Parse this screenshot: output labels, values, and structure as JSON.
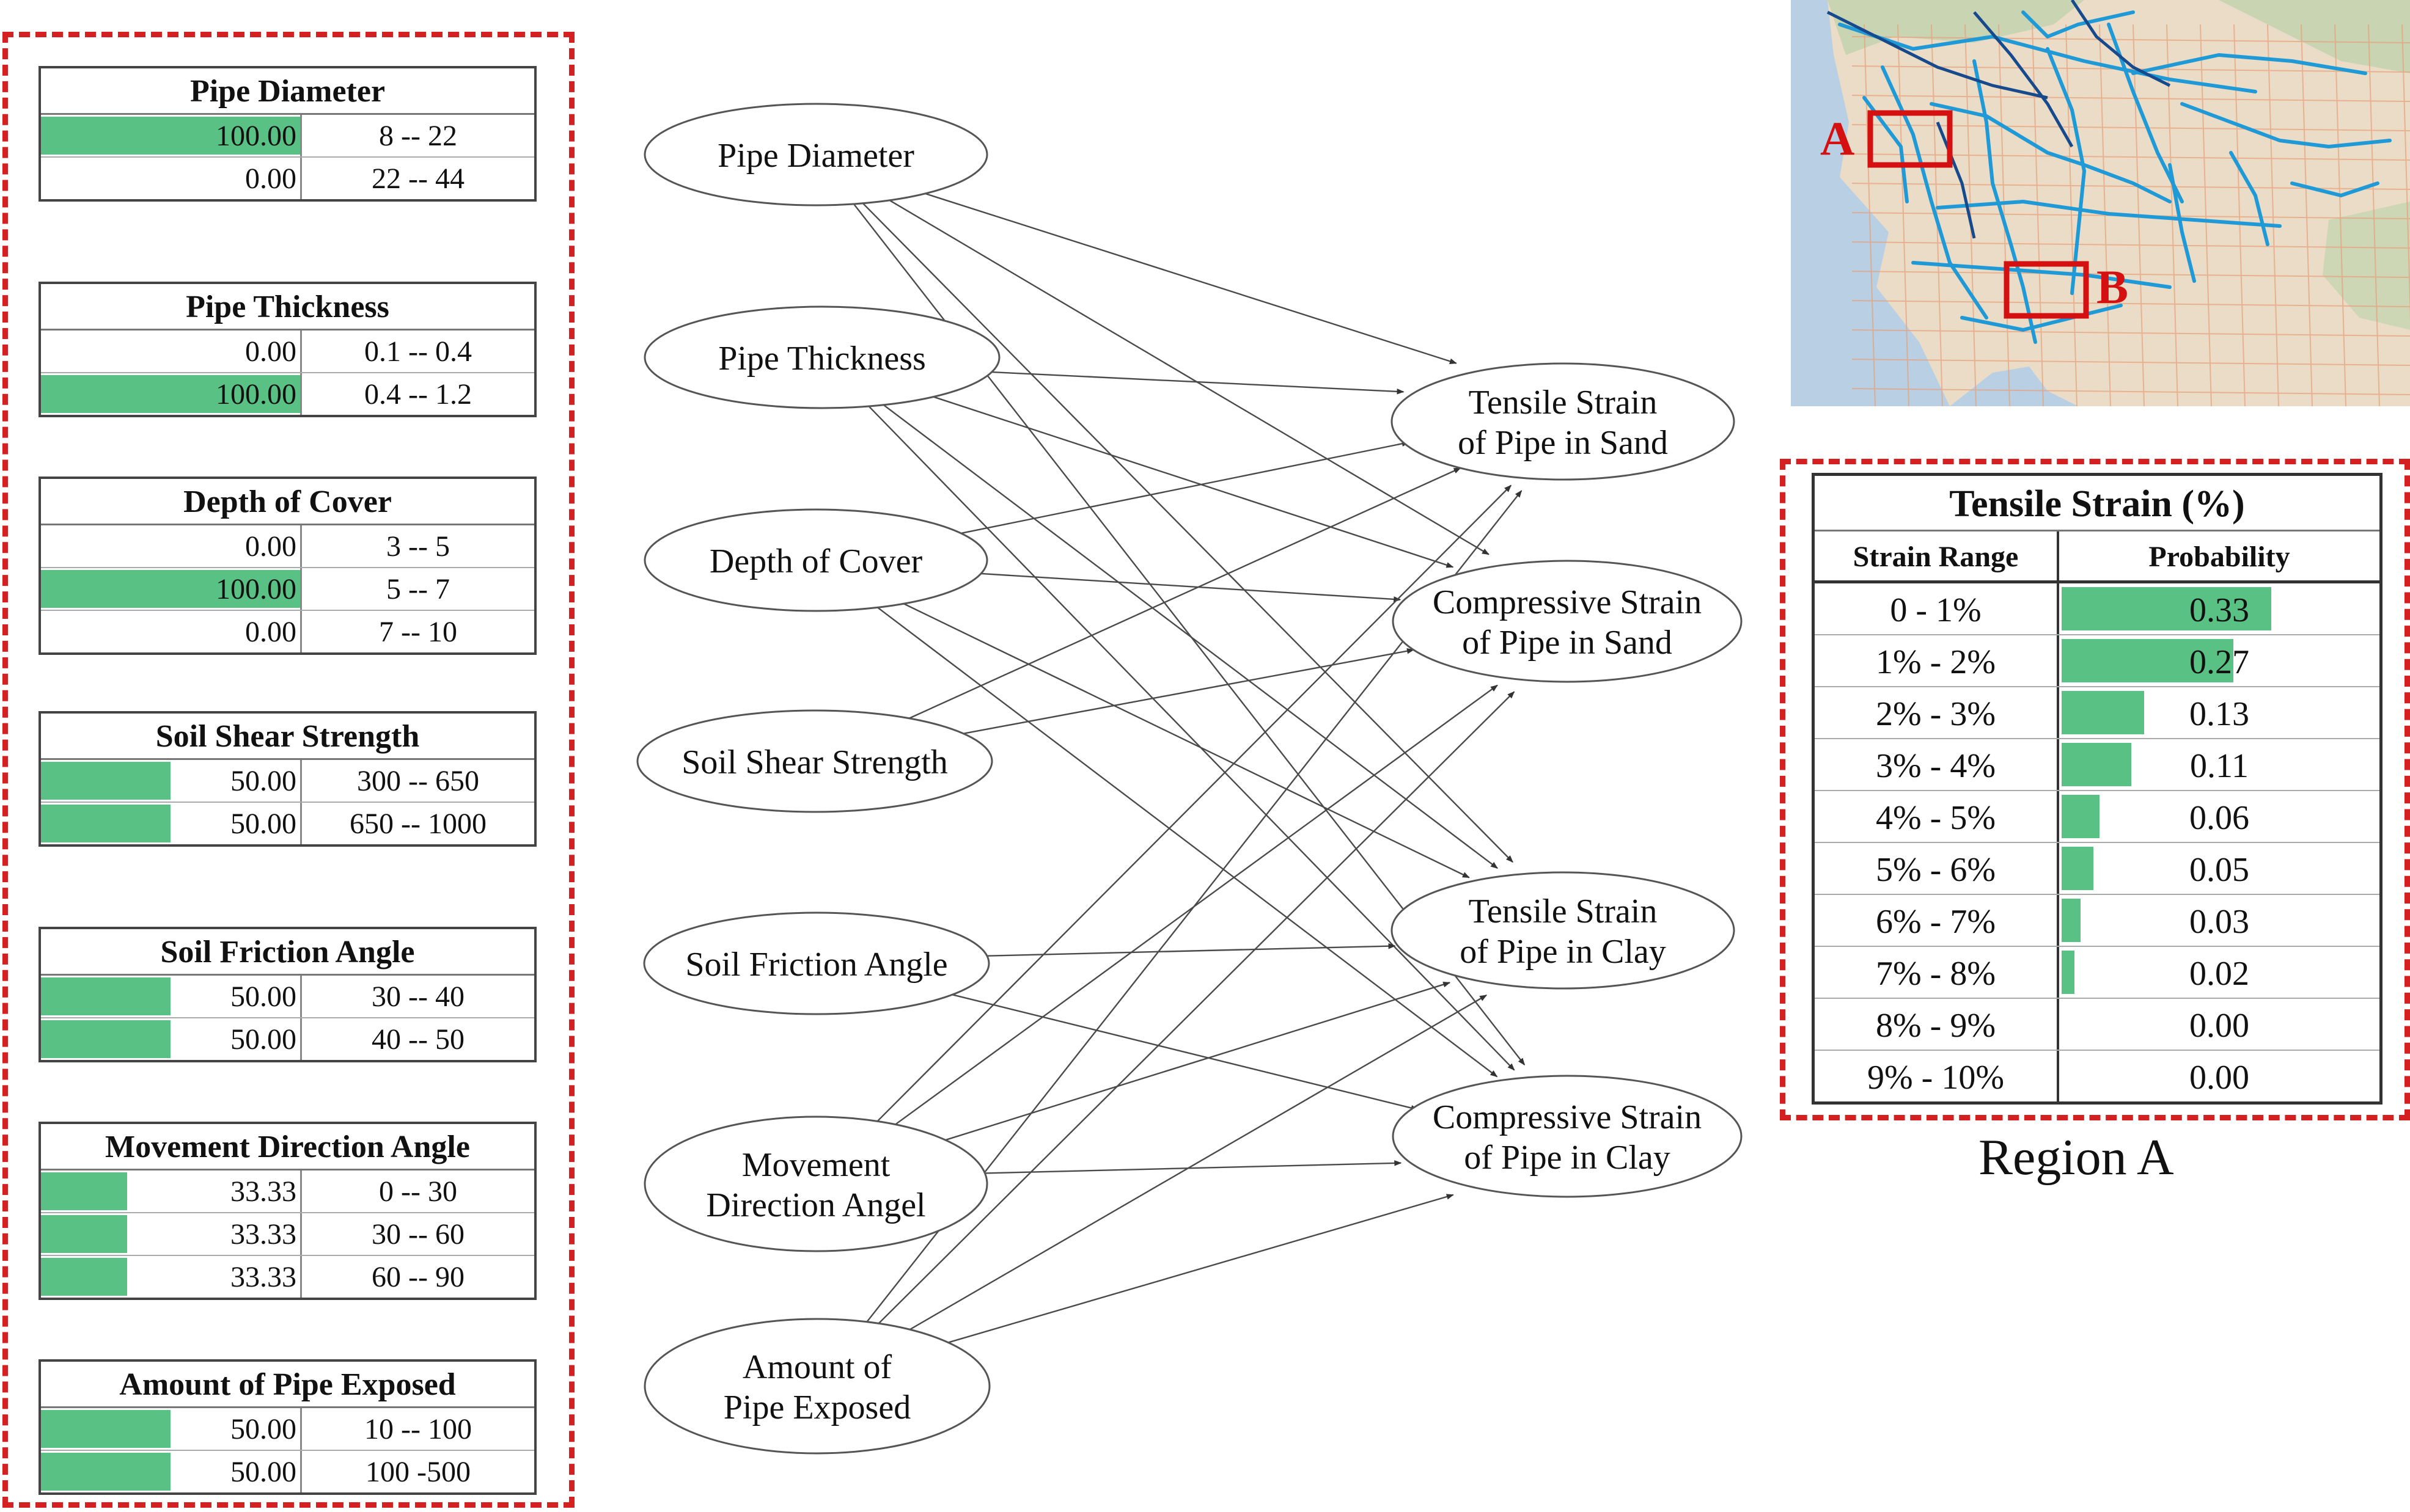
{
  "cpts": [
    {
      "title": "Pipe Diameter",
      "rows": [
        {
          "prob": 100.0,
          "prob_text": "100.00",
          "state": "8 -- 22"
        },
        {
          "prob": 0.0,
          "prob_text": "0.00",
          "state": "22 -- 44"
        }
      ]
    },
    {
      "title": "Pipe Thickness",
      "rows": [
        {
          "prob": 0.0,
          "prob_text": "0.00",
          "state": "0.1 -- 0.4"
        },
        {
          "prob": 100.0,
          "prob_text": "100.00",
          "state": "0.4 -- 1.2"
        }
      ]
    },
    {
      "title": "Depth of Cover",
      "rows": [
        {
          "prob": 0.0,
          "prob_text": "0.00",
          "state": "3 -- 5"
        },
        {
          "prob": 100.0,
          "prob_text": "100.00",
          "state": "5 -- 7"
        },
        {
          "prob": 0.0,
          "prob_text": "0.00",
          "state": "7 -- 10"
        }
      ]
    },
    {
      "title": "Soil Shear Strength",
      "rows": [
        {
          "prob": 50.0,
          "prob_text": "50.00",
          "state": "300 -- 650"
        },
        {
          "prob": 50.0,
          "prob_text": "50.00",
          "state": "650 -- 1000"
        }
      ]
    },
    {
      "title": "Soil Friction Angle",
      "rows": [
        {
          "prob": 50.0,
          "prob_text": "50.00",
          "state": "30 -- 40"
        },
        {
          "prob": 50.0,
          "prob_text": "50.00",
          "state": "40 -- 50"
        }
      ]
    },
    {
      "title": "Movement Direction Angle",
      "rows": [
        {
          "prob": 33.33,
          "prob_text": "33.33",
          "state": "0 -- 30"
        },
        {
          "prob": 33.33,
          "prob_text": "33.33",
          "state": "30 -- 60"
        },
        {
          "prob": 33.33,
          "prob_text": "33.33",
          "state": "60 -- 90"
        }
      ]
    },
    {
      "title": "Amount of Pipe Exposed",
      "rows": [
        {
          "prob": 50.0,
          "prob_text": "50.00",
          "state": "10 -- 100"
        },
        {
          "prob": 50.0,
          "prob_text": "50.00",
          "state": "100 -500"
        }
      ]
    }
  ],
  "network": {
    "inputs": [
      {
        "id": "pipe-diameter",
        "lines": [
          "Pipe Diameter"
        ]
      },
      {
        "id": "pipe-thickness",
        "lines": [
          "Pipe Thickness"
        ]
      },
      {
        "id": "depth-of-cover",
        "lines": [
          "Depth of Cover"
        ]
      },
      {
        "id": "soil-shear-strength",
        "lines": [
          "Soil Shear Strength"
        ]
      },
      {
        "id": "soil-friction-angle",
        "lines": [
          "Soil Friction Angle"
        ]
      },
      {
        "id": "movement-direction-angle",
        "lines": [
          "Movement",
          "Direction Angel"
        ]
      },
      {
        "id": "amount-of-pipe-exposed",
        "lines": [
          "Amount of",
          "Pipe Exposed"
        ]
      }
    ],
    "outputs": [
      {
        "id": "tensile-sand",
        "lines": [
          "Tensile Strain",
          "of Pipe in Sand"
        ]
      },
      {
        "id": "compressive-sand",
        "lines": [
          "Compressive Strain",
          "of Pipe in Sand"
        ]
      },
      {
        "id": "tensile-clay",
        "lines": [
          "Tensile Strain",
          "of Pipe in Clay"
        ]
      },
      {
        "id": "compressive-clay",
        "lines": [
          "Compressive Strain",
          "of Pipe in Clay"
        ]
      }
    ],
    "edges": [
      [
        0,
        0
      ],
      [
        0,
        1
      ],
      [
        0,
        2
      ],
      [
        0,
        3
      ],
      [
        1,
        0
      ],
      [
        1,
        1
      ],
      [
        1,
        2
      ],
      [
        1,
        3
      ],
      [
        2,
        0
      ],
      [
        2,
        1
      ],
      [
        2,
        2
      ],
      [
        2,
        3
      ],
      [
        3,
        0
      ],
      [
        3,
        1
      ],
      [
        4,
        2
      ],
      [
        4,
        3
      ],
      [
        5,
        0
      ],
      [
        5,
        1
      ],
      [
        5,
        2
      ],
      [
        5,
        3
      ],
      [
        6,
        0
      ],
      [
        6,
        1
      ],
      [
        6,
        2
      ],
      [
        6,
        3
      ]
    ]
  },
  "map": {
    "marker_a": "A",
    "marker_b": "B"
  },
  "result": {
    "title": "Tensile Strain (%)",
    "col_range": "Strain Range",
    "col_prob": "Probability",
    "rows": [
      {
        "range": "0 - 1%",
        "prob": 0.33,
        "prob_text": "0.33"
      },
      {
        "range": "1% - 2%",
        "prob": 0.27,
        "prob_text": "0.27"
      },
      {
        "range": "2% - 3%",
        "prob": 0.13,
        "prob_text": "0.13"
      },
      {
        "range": "3% - 4%",
        "prob": 0.11,
        "prob_text": "0.11"
      },
      {
        "range": "4% - 5%",
        "prob": 0.06,
        "prob_text": "0.06"
      },
      {
        "range": "5% - 6%",
        "prob": 0.05,
        "prob_text": "0.05"
      },
      {
        "range": "6% - 7%",
        "prob": 0.03,
        "prob_text": "0.03"
      },
      {
        "range": "7% - 8%",
        "prob": 0.02,
        "prob_text": "0.02"
      },
      {
        "range": "8% - 9%",
        "prob": 0.0,
        "prob_text": "0.00"
      },
      {
        "range": "9% - 10%",
        "prob": 0.0,
        "prob_text": "0.00"
      }
    ]
  },
  "region_label": "Region A",
  "colors": {
    "dashed_border": "#d42020",
    "probability_bar": "#59c184",
    "map_marker": "#d41010",
    "map_pipeline": "#1f9ad6"
  }
}
